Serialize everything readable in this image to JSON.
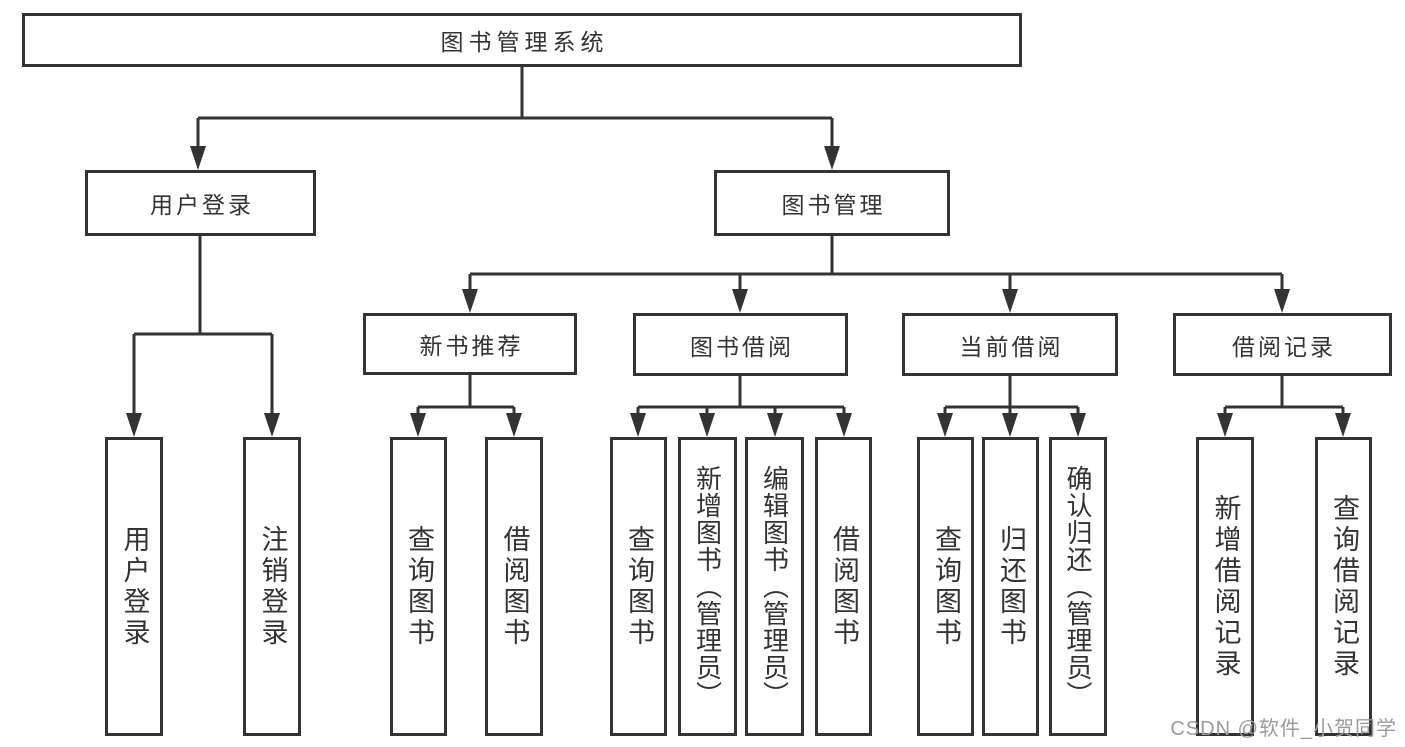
{
  "tree": {
    "root": {
      "label": "图书管理系统",
      "children": [
        {
          "label": "用户登录",
          "children": [
            {
              "label": "用户登录"
            },
            {
              "label": "注销登录"
            }
          ]
        },
        {
          "label": "图书管理",
          "children": [
            {
              "label": "新书推荐",
              "children": [
                {
                  "label": "查询图书"
                },
                {
                  "label": "借阅图书"
                }
              ]
            },
            {
              "label": "图书借阅",
              "children": [
                {
                  "label": "查询图书"
                },
                {
                  "label": "新增图书（管理员）"
                },
                {
                  "label": "编辑图书（管理员）"
                },
                {
                  "label": "借阅图书"
                }
              ]
            },
            {
              "label": "当前借阅",
              "children": [
                {
                  "label": "查询图书"
                },
                {
                  "label": "归还图书"
                },
                {
                  "label": "确认归还（管理员）"
                }
              ]
            },
            {
              "label": "借阅记录",
              "children": [
                {
                  "label": "新增借阅记录"
                },
                {
                  "label": "查询借阅记录"
                }
              ]
            }
          ]
        }
      ]
    }
  },
  "watermark": {
    "text": "CSDN @软件_小贺同学"
  },
  "colors": {
    "line": "#333333",
    "text": "#333333",
    "watermark": "#9b9b9b",
    "background": "#ffffff"
  }
}
